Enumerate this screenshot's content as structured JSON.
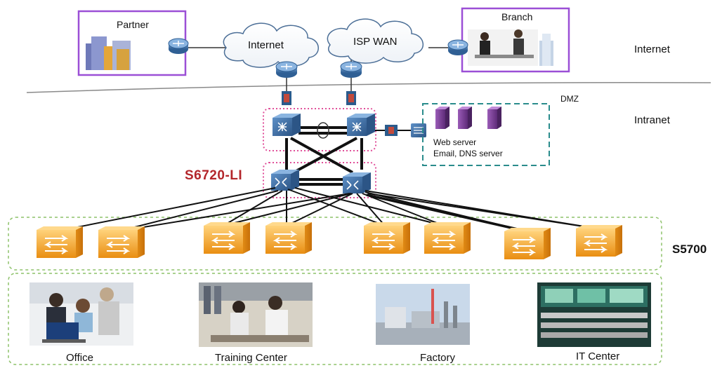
{
  "zones": {
    "internet": "Internet",
    "dmz": "DMZ",
    "intranet": "Intranet"
  },
  "external": {
    "partner": "Partner",
    "branch": "Branch",
    "cloud_internet": "Internet",
    "cloud_isp": "ISP WAN"
  },
  "dmz_servers": {
    "line1": "Web server",
    "line2": "Email, DNS server"
  },
  "models": {
    "core": "S6720-LI",
    "access": "S5700"
  },
  "sites": [
    "Office",
    "Training Center",
    "Factory",
    "IT Center"
  ],
  "colors": {
    "router": "#3f6fa5",
    "firewall": "#2b5b8c",
    "access_switch": "#f2a22a",
    "purple_frame": "#9b4fd6",
    "pink_dotted": "#e0509a",
    "green_dashed": "#8dc26a",
    "teal_dashed": "#2a8c8c",
    "server": "#7b3f97"
  }
}
